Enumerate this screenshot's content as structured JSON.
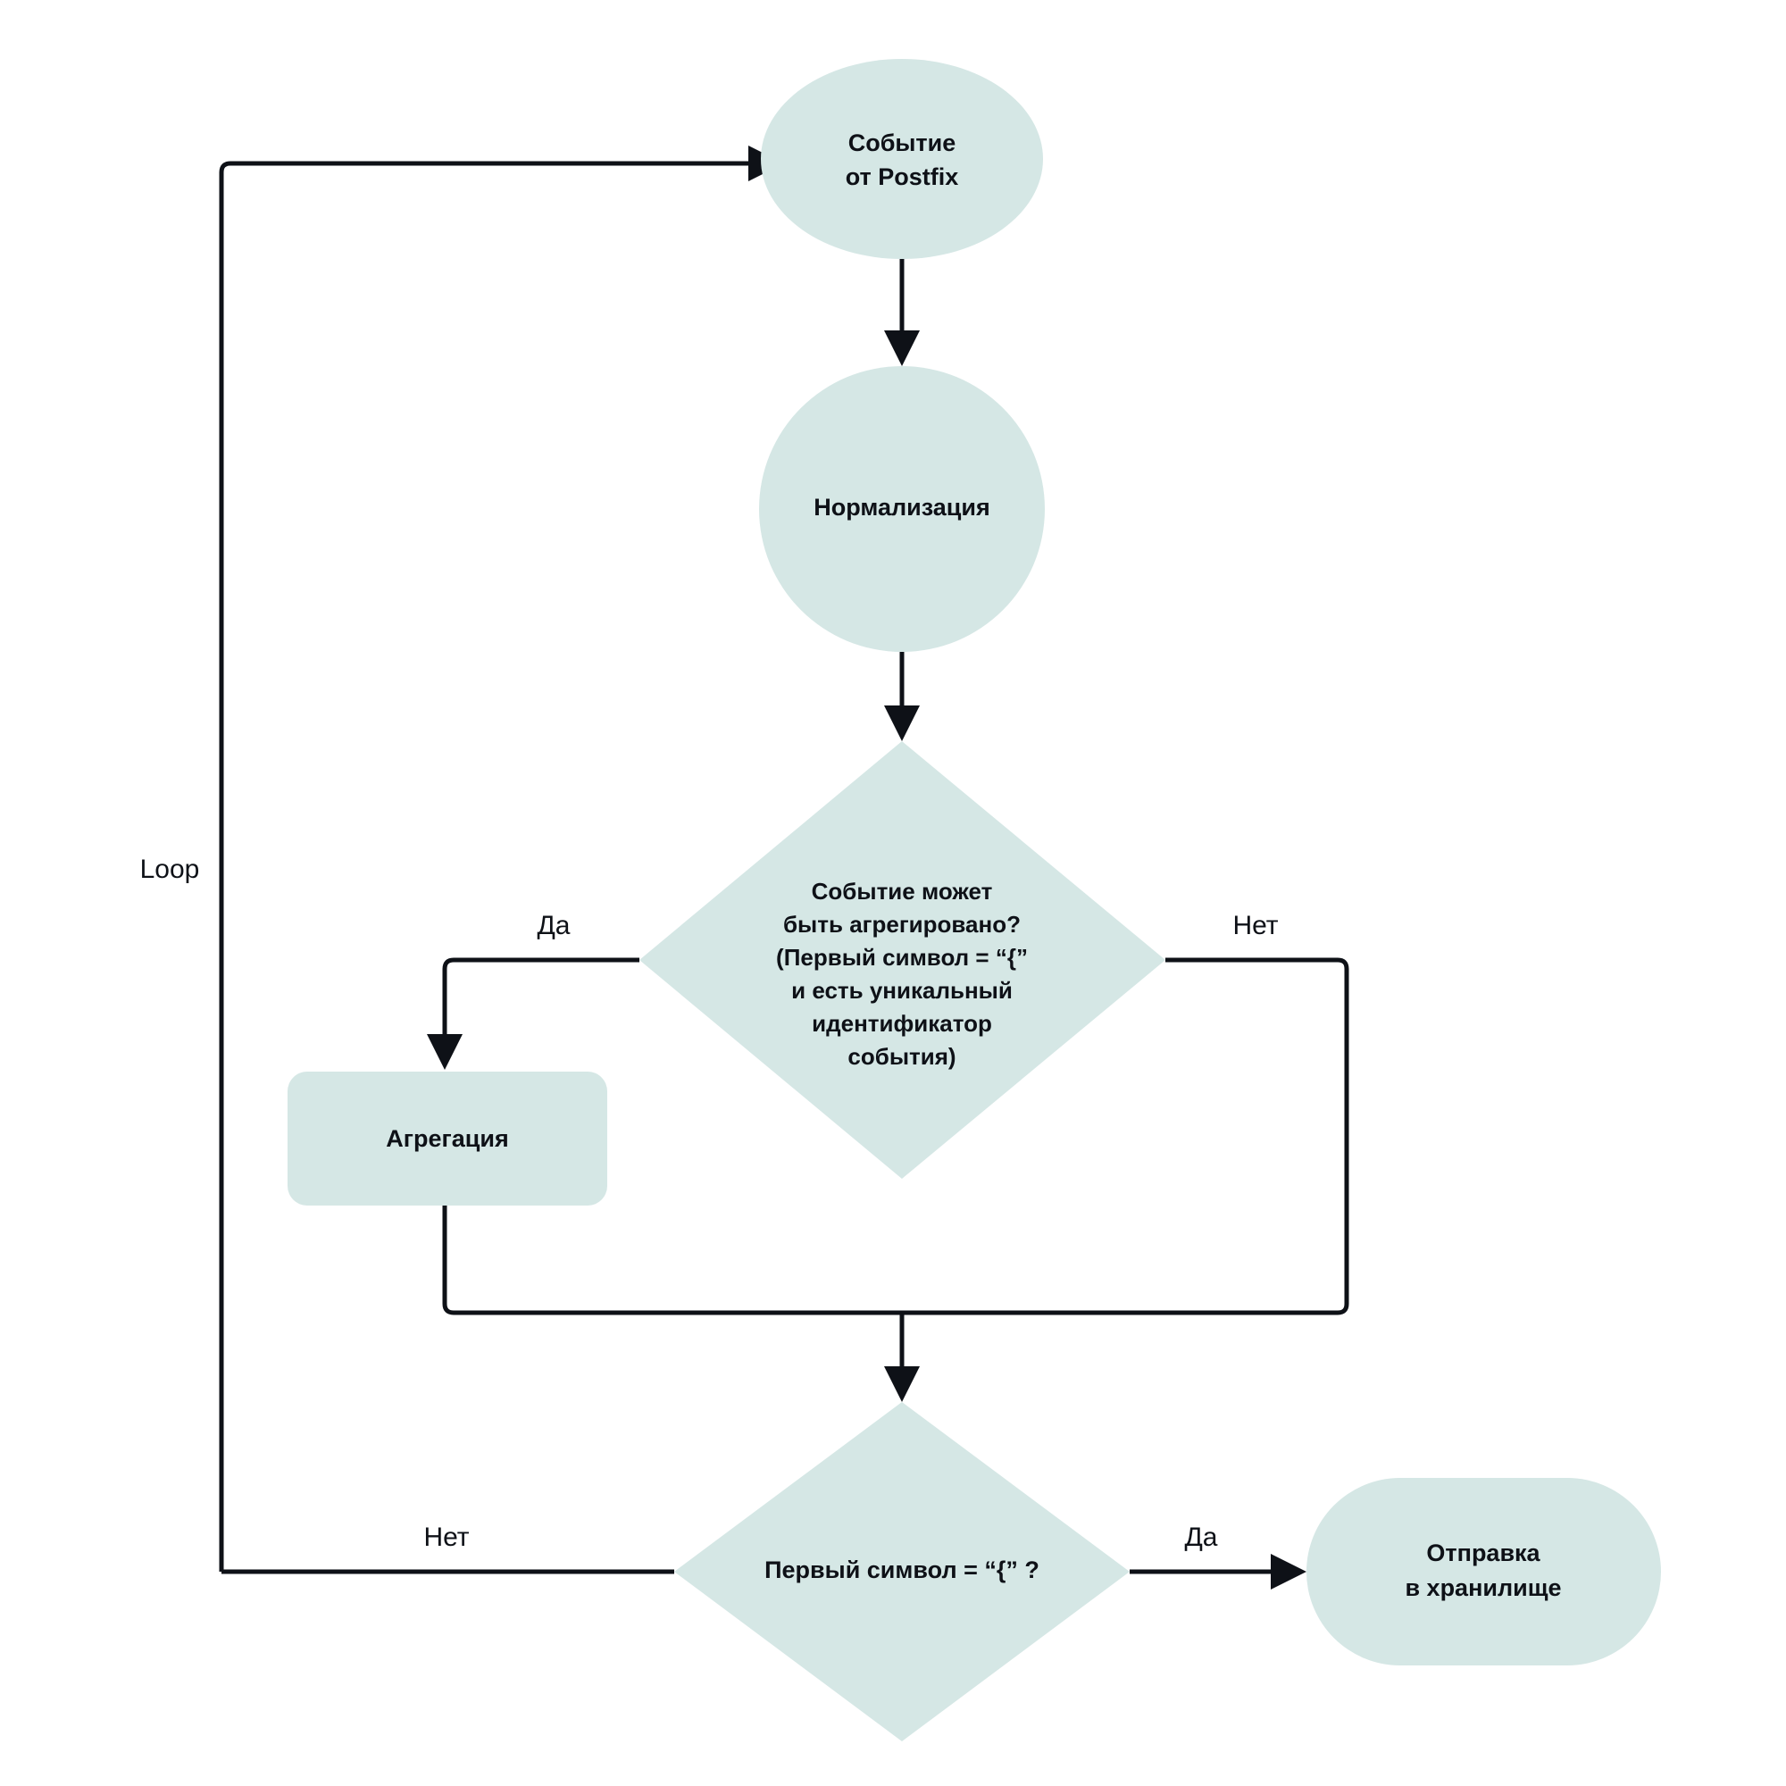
{
  "diagram": {
    "title": "Postfix event processing flowchart",
    "colors": {
      "node_fill": "#d5e7e5",
      "stroke": "#0e1117",
      "text": "#0e1117",
      "background": "#ffffff"
    },
    "nodes": {
      "start_event": {
        "shape": "ellipse",
        "line1": "Событие",
        "line2": "от Postfix"
      },
      "normalization": {
        "shape": "circle",
        "line1": "Нормализация"
      },
      "can_aggregate": {
        "shape": "diamond",
        "line1": "Событие может",
        "line2": "быть агрегировано?",
        "line3": "(Первый символ  = “{”",
        "line4": "и есть уникальный",
        "line5": "идентификатор",
        "line6": "события)"
      },
      "aggregation": {
        "shape": "rounded-rect",
        "line1": "Агрегация"
      },
      "first_char_check": {
        "shape": "diamond",
        "line1": "Первый символ  = “{” ?"
      },
      "send_to_storage": {
        "shape": "stadium",
        "line1": "Отправка",
        "line2": "в хранилище"
      }
    },
    "edge_labels": {
      "loop": "Loop",
      "aggregate_yes": "Да",
      "aggregate_no": "Нет",
      "firstchar_no": "Нет",
      "firstchar_yes": "Да"
    }
  }
}
